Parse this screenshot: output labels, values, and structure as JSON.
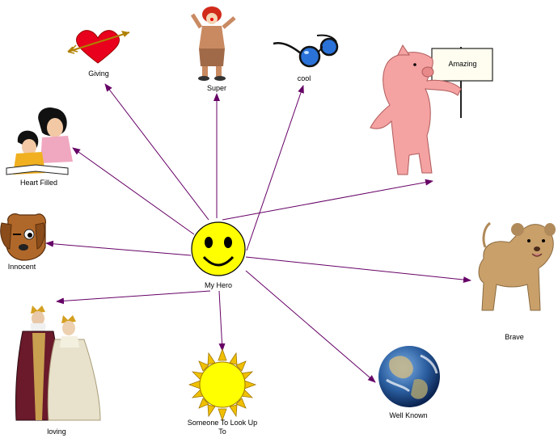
{
  "center": {
    "label": "My Hero",
    "icon": "smiley-face-icon",
    "color": "#ffff00"
  },
  "edge_color": "#660066",
  "nodes": [
    {
      "id": "giving",
      "label": "Giving",
      "icon": "heart-arrow-icon"
    },
    {
      "id": "super",
      "label": "Super",
      "icon": "clown-icon"
    },
    {
      "id": "cool",
      "label": "cool",
      "icon": "sunglasses-icon"
    },
    {
      "id": "amazing",
      "label": "Amazing",
      "icon": "pig-with-sign-icon"
    },
    {
      "id": "heart-filled",
      "label": "Heart Filled",
      "icon": "parent-reading-child-icon"
    },
    {
      "id": "innocent",
      "label": "Innocent",
      "icon": "puppy-face-icon"
    },
    {
      "id": "brave",
      "label": "Brave",
      "icon": "lion-cub-icon"
    },
    {
      "id": "loving",
      "label": "loving",
      "icon": "king-queen-icon"
    },
    {
      "id": "someone",
      "label": "Someone To Look Up To",
      "icon": "sun-icon"
    },
    {
      "id": "well-known",
      "label": "Well Known",
      "icon": "earth-globe-icon"
    }
  ]
}
